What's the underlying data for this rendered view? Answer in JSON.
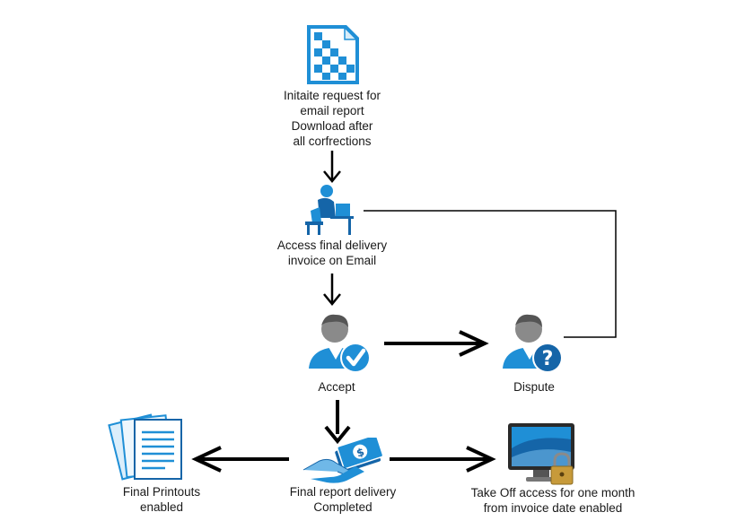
{
  "nodes": {
    "initiate": {
      "lines": [
        "Initaite request for",
        "email report",
        "Download after",
        "all corfrections"
      ],
      "icon": "document-icon"
    },
    "access": {
      "lines": [
        "Access final delivery",
        "invoice on Email"
      ],
      "icon": "user-at-desk-icon"
    },
    "accept": {
      "lines": [
        "Accept"
      ],
      "icon": "user-checkmark-icon"
    },
    "dispute": {
      "lines": [
        "Dispute"
      ],
      "icon": "user-question-icon"
    },
    "final_delivery": {
      "lines": [
        "Final report delivery",
        "Completed"
      ],
      "icon": "handshake-money-icon"
    },
    "printouts": {
      "lines": [
        "Final Printouts",
        "enabled"
      ],
      "icon": "documents-stack-icon"
    },
    "takeoff": {
      "lines": [
        "Take Off access for one month",
        "from invoice date enabled"
      ],
      "icon": "monitor-lock-icon"
    }
  },
  "colors": {
    "accent_blue": "#1f8fd6",
    "dark_blue": "#1565a8",
    "user_gray": "#8a8a8a",
    "arrow": "#000000"
  }
}
